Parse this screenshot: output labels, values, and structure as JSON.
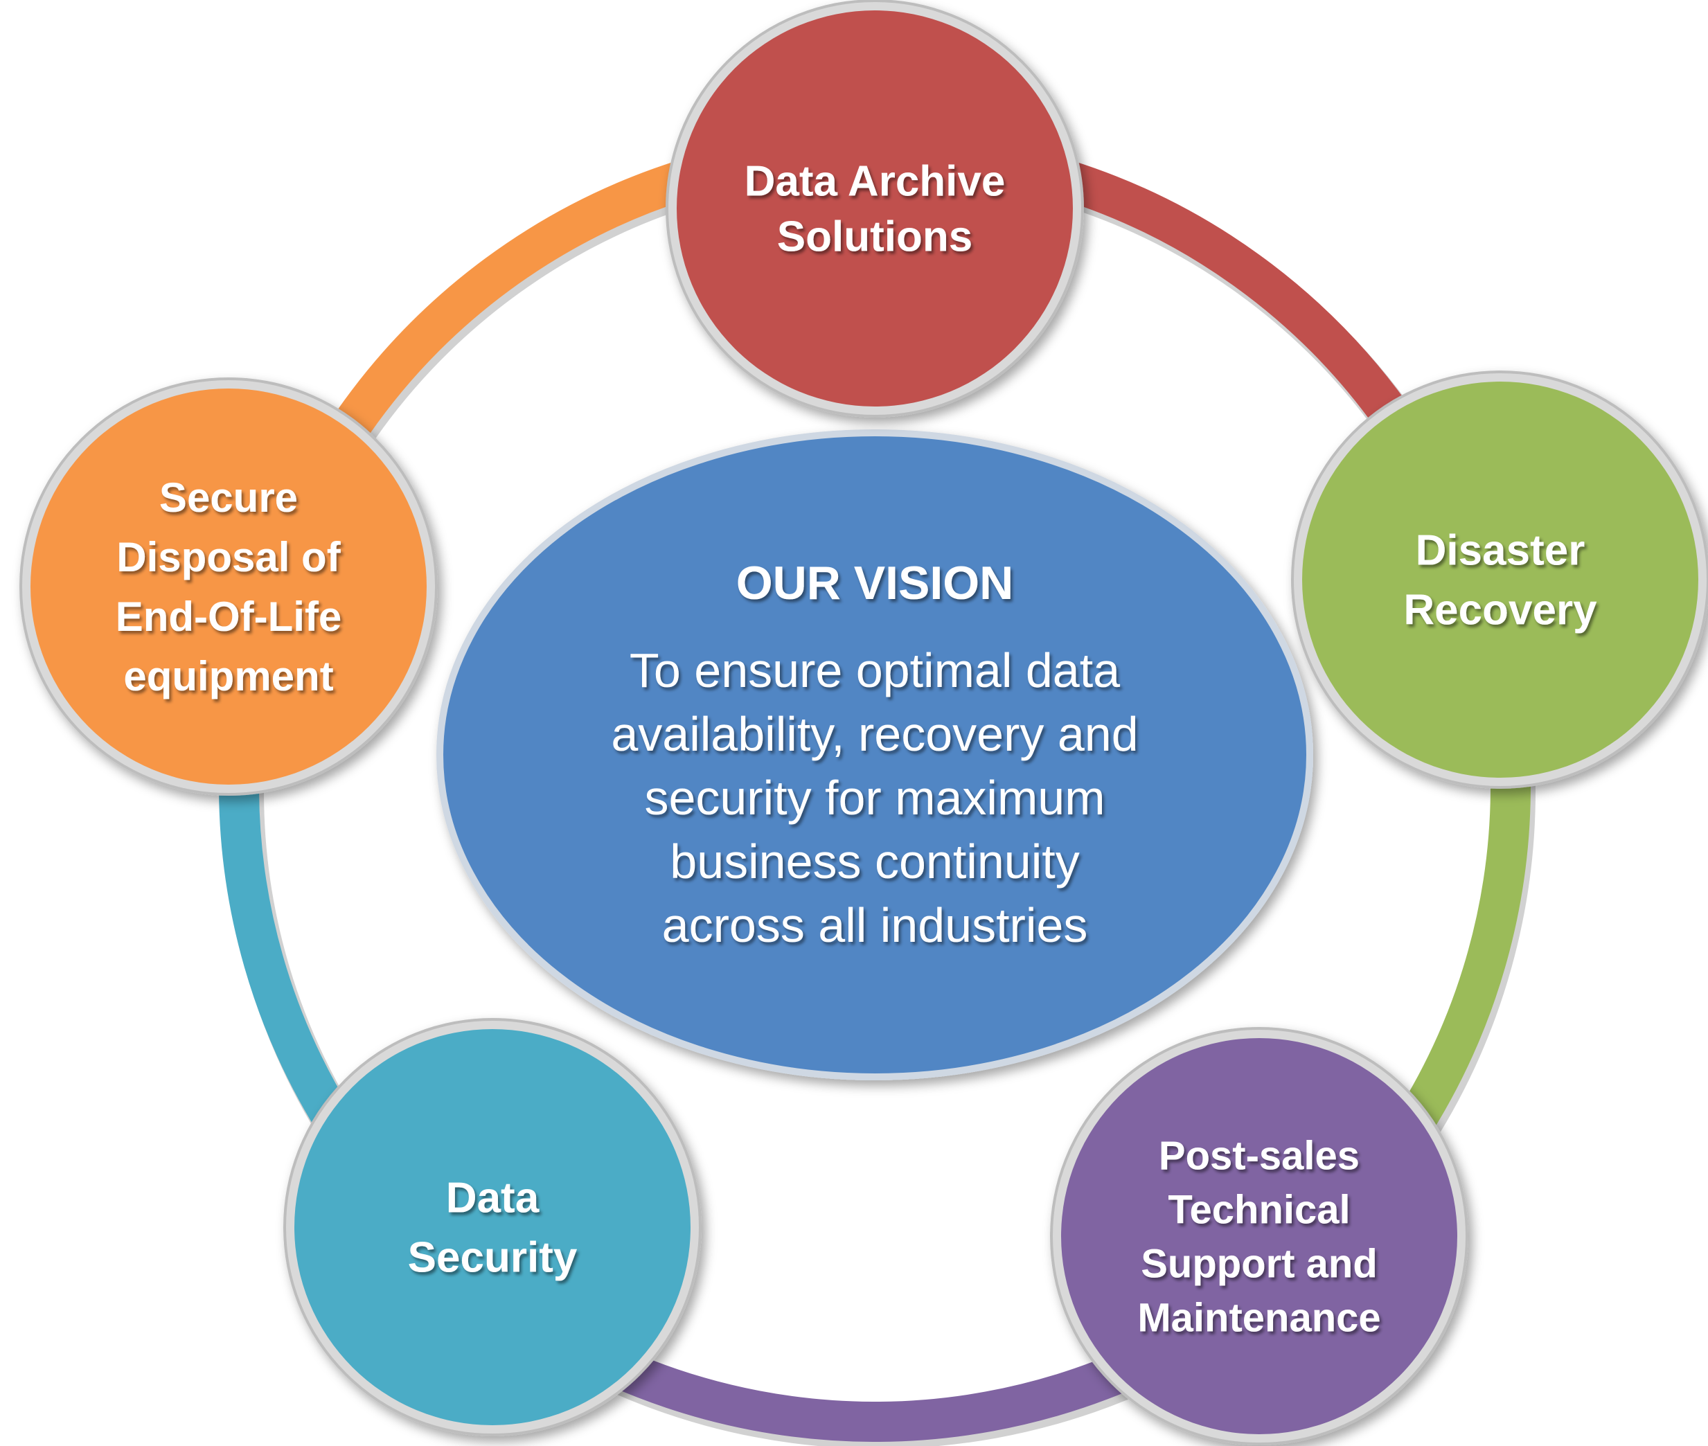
{
  "center": {
    "title": "OUR VISION",
    "body_lines": [
      "To ensure optimal data",
      "availability, recovery and",
      "security for maximum",
      "business continuity",
      "across all industries"
    ],
    "color": "#5186c4"
  },
  "nodes": [
    {
      "id": "data-archive-solutions",
      "lines": [
        "Data Archive",
        "Solutions"
      ],
      "color": "#c0504d"
    },
    {
      "id": "disaster-recovery",
      "lines": [
        "Disaster",
        "Recovery"
      ],
      "color": "#9bbb59"
    },
    {
      "id": "post-sales-technical-support",
      "lines": [
        "Post-sales",
        "Technical",
        "Support and",
        "Maintenance"
      ],
      "color": "#8064a2"
    },
    {
      "id": "data-security",
      "lines": [
        "Data",
        "Security"
      ],
      "color": "#4bacc6"
    },
    {
      "id": "secure-disposal",
      "lines": [
        "Secure",
        "Disposal of",
        "End-Of-Life",
        "equipment"
      ],
      "color": "#f79646"
    }
  ],
  "ring_arcs": [
    {
      "from": "data-archive-solutions",
      "to": "disaster-recovery",
      "color": "#c0504d"
    },
    {
      "from": "disaster-recovery",
      "to": "post-sales-technical-support",
      "color": "#9bbb59"
    },
    {
      "from": "post-sales-technical-support",
      "to": "data-security",
      "color": "#8064a2"
    },
    {
      "from": "data-security",
      "to": "secure-disposal",
      "color": "#4bacc6"
    },
    {
      "from": "secure-disposal",
      "to": "data-archive-solutions",
      "color": "#f79646"
    }
  ]
}
